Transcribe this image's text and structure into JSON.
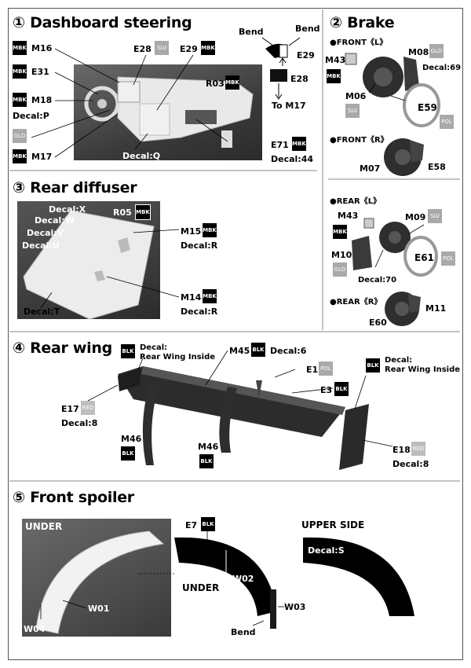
{
  "sections": {
    "dashboard": {
      "title": "① Dashboard steering",
      "parts": {
        "m16": "M16",
        "e31": "E31",
        "m18": "M18",
        "decal_p": "Decal:P",
        "m17": "M17",
        "e28": "E28",
        "e29": "E29",
        "r03": "R03",
        "decal_q": "Decal:Q",
        "e71": "E71",
        "decal_44": "Decal:44"
      },
      "inset": {
        "bend_left": "Bend",
        "bend_right": "Bend",
        "e29": "E29",
        "e28": "E28",
        "to_m17": "To M17"
      }
    },
    "brake": {
      "title": "② Brake",
      "front_l": "●FRONT《L》",
      "front_r": "●FRONT《R》",
      "rear_l": "●REAR《L》",
      "rear_r": "●REAR《R》",
      "parts": {
        "m43a": "M43",
        "m08": "M08",
        "decal_69": "Decal:69",
        "m06": "M06",
        "e59": "E59",
        "m07": "M07",
        "e58": "E58",
        "m43b": "M43",
        "m09": "M09",
        "m10": "M10",
        "e61": "E61",
        "decal_70": "Decal:70",
        "m11": "M11",
        "e60": "E60"
      }
    },
    "diffuser": {
      "title": "③ Rear diffuser",
      "parts": {
        "decal_x": "Decal:X",
        "decal_w": "Decal:W",
        "decal_v": "Decal:V",
        "decal_u": "Decal:U",
        "decal_t": "Decal:T",
        "r05": "R05",
        "m15": "M15",
        "decal_r1": "Decal:R",
        "m14": "M14",
        "decal_r2": "Decal:R"
      }
    },
    "wing": {
      "title": "④ Rear wing",
      "parts": {
        "decal_inside_l": "Decal:",
        "decal_inside_l2": "Rear Wing Inside",
        "m45": "M45",
        "decal_6": "Decal:6",
        "e1": "E1",
        "decal_inside_r": "Decal:",
        "decal_inside_r2": "Rear Wing Inside",
        "e3": "E3",
        "e17": "E17",
        "decal_8a": "Decal:8",
        "m46a": "M46",
        "m46b": "M46",
        "e18": "E18",
        "decal_8b": "Decal:8"
      }
    },
    "spoiler": {
      "title": "⑤ Front spoiler",
      "parts": {
        "under_photo": "UNDER",
        "e7": "E7",
        "under": "UNDER",
        "w02": "W02",
        "w03": "W03",
        "bend": "Bend",
        "w01": "W01",
        "w04": "W04",
        "upper_side": "UPPER SIDE",
        "decal_s": "Decal:S"
      }
    }
  },
  "badges": {
    "mbk": "MBK",
    "blk": "BLK",
    "slv": "SLV",
    "gld": "GLD",
    "pol": "POL",
    "red": "RED"
  }
}
